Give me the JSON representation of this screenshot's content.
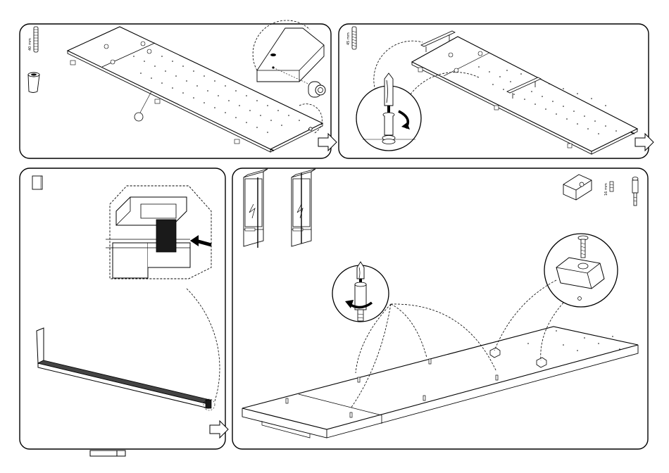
{
  "panels": [
    {
      "id": "step-1",
      "hardware": [
        {
          "icon": "dowel-icon",
          "size_label": "40 mm"
        },
        {
          "icon": "cup-plug-icon"
        }
      ]
    },
    {
      "id": "step-2",
      "hardware": [
        {
          "icon": "screw-icon",
          "size_label": "45 mm"
        }
      ]
    },
    {
      "id": "step-3",
      "hardware": [
        {
          "icon": "square-card-icon"
        }
      ]
    },
    {
      "id": "step-4",
      "hardware": [
        {
          "icon": "bracket-icon"
        },
        {
          "icon": "short-screw-icon",
          "size_label": "16 mm"
        },
        {
          "icon": "cam-bolt-icon"
        }
      ]
    }
  ],
  "colors": {
    "line": "#000000",
    "panel_fill": "#ffffff",
    "dark_fill": "#1a1a1a"
  }
}
